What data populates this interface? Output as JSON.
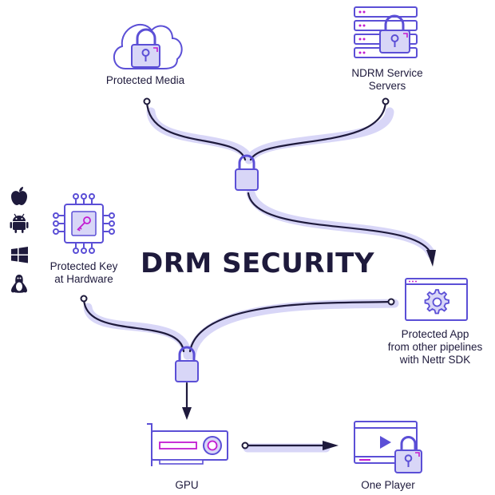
{
  "diagram": {
    "title": "DRM SECURITY",
    "nodes": {
      "protected_media": "Protected Media",
      "ndrm_servers_line1": "NDRM Service",
      "ndrm_servers_line2": "Servers",
      "protected_key_line1": "Protected Key",
      "protected_key_line2": "at Hardware",
      "protected_app_line1": "Protected App",
      "protected_app_line2": "from other pipelines",
      "protected_app_line3": "with Nettr SDK",
      "gpu": "GPU",
      "one_player": "One Player"
    },
    "platform_icons": [
      "apple-icon",
      "android-icon",
      "windows-icon",
      "linux-icon"
    ],
    "colors": {
      "stroke": "#5b4fd6",
      "fill_light": "#d8d6f7",
      "accent": "#c21bd1",
      "dark": "#1e1a3c"
    }
  }
}
